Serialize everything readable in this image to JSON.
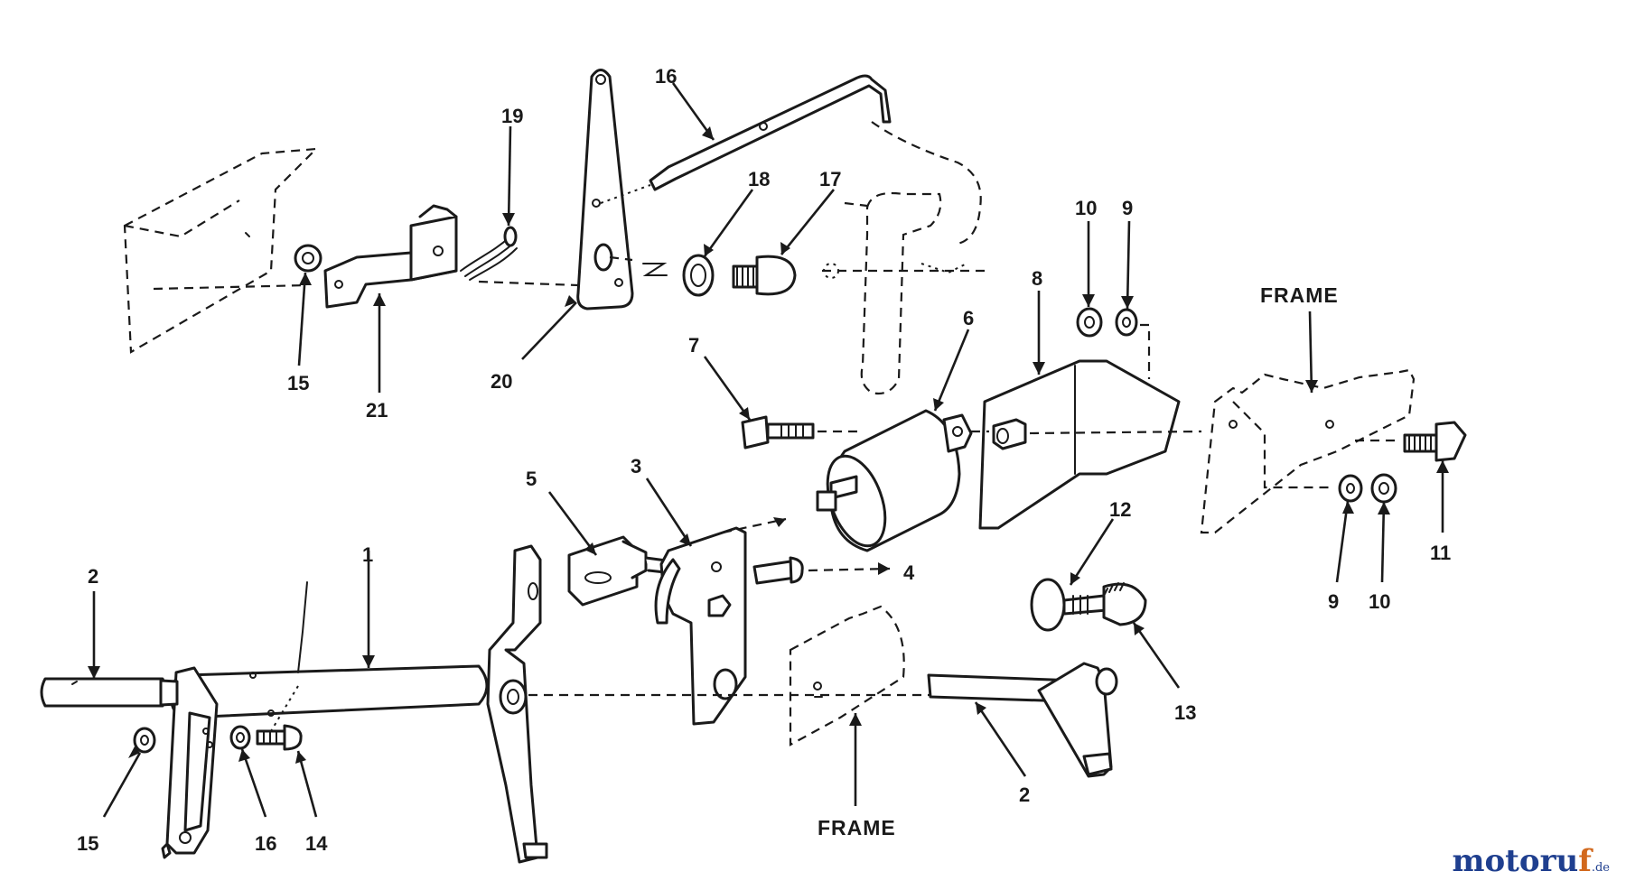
{
  "labels": {
    "n1": "1",
    "n2a": "2",
    "n2b": "2",
    "n3": "3",
    "n4": "4",
    "n5": "5",
    "n6": "6",
    "n7": "7",
    "n8": "8",
    "n9a": "9",
    "n9b": "9",
    "n10a": "10",
    "n10b": "10",
    "n11": "11",
    "n12": "12",
    "n13": "13",
    "n14": "14",
    "n15a": "15",
    "n15b": "15",
    "n16a": "16",
    "n16b": "16",
    "n17": "17",
    "n18": "18",
    "n19": "19",
    "n20": "20",
    "n21": "21",
    "frame_top": "FRAME",
    "frame_bottom": "FRAME"
  },
  "watermark": {
    "main": "motoru",
    "accent": "f",
    "suffix": ".de"
  },
  "colors": {
    "ink": "#1a1a1a",
    "background": "#ffffff",
    "watermark_blue": "#1f3f8f",
    "watermark_orange": "#d2691e"
  }
}
